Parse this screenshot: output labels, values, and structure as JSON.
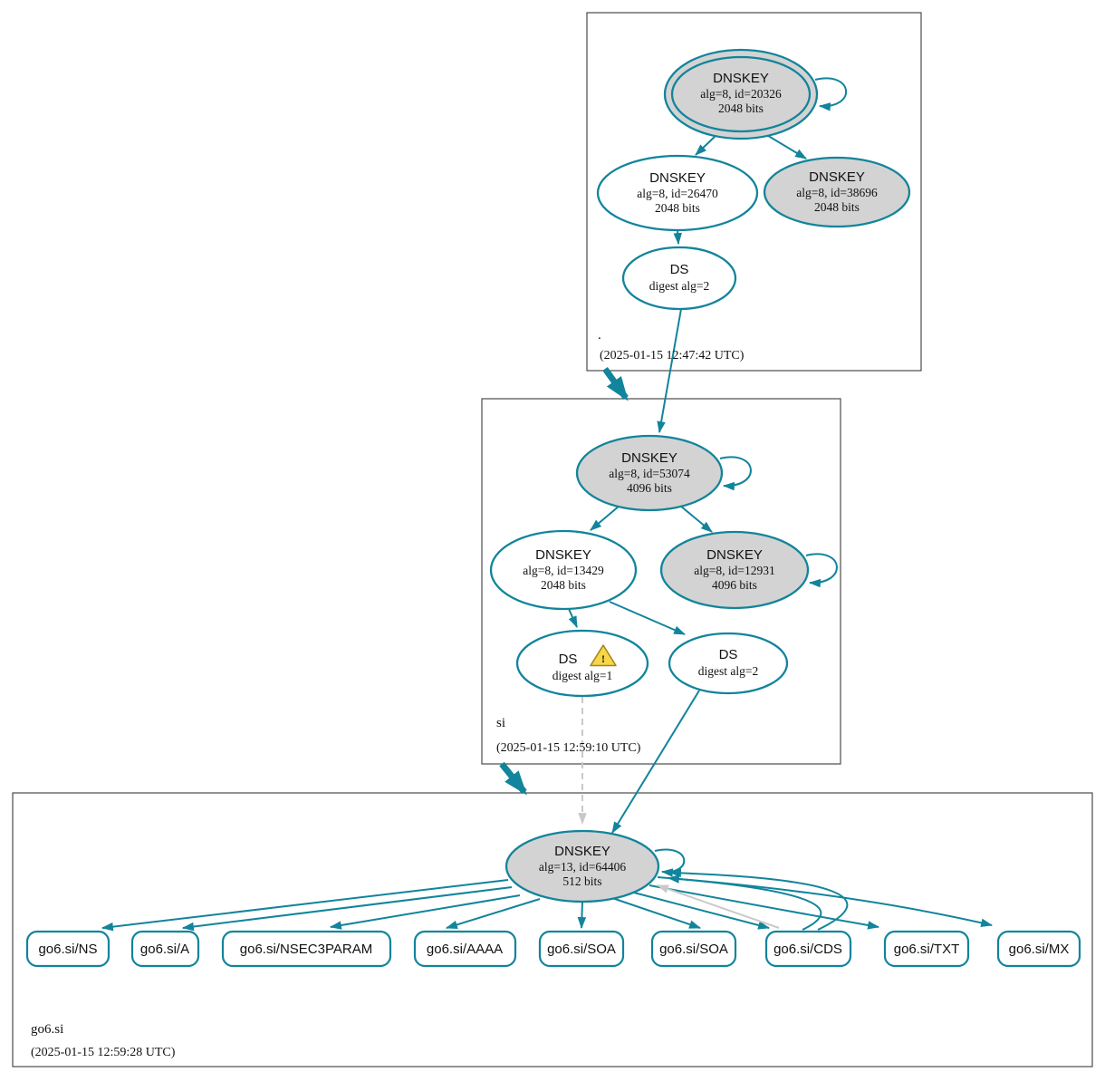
{
  "colors": {
    "secure": "#12849b",
    "insecure_edge": "#c9c9c9",
    "ksk_fill": "#d3d3d3",
    "warning_fill": "#f7d64a"
  },
  "root_zone": {
    "label": ".",
    "timestamp": "(2025-01-15 12:47:42 UTC)",
    "ksk": {
      "title": "DNSKEY",
      "attrs": "alg=8, id=20326",
      "size": "2048 bits"
    },
    "zsk": {
      "title": "DNSKEY",
      "attrs": "alg=8, id=26470",
      "size": "2048 bits"
    },
    "standby": {
      "title": "DNSKEY",
      "attrs": "alg=8, id=38696",
      "size": "2048 bits"
    },
    "ds": {
      "title": "DS",
      "attrs": "digest alg=2"
    }
  },
  "si_zone": {
    "label": "si",
    "timestamp": "(2025-01-15 12:59:10 UTC)",
    "ksk": {
      "title": "DNSKEY",
      "attrs": "alg=8, id=53074",
      "size": "4096 bits"
    },
    "zsk": {
      "title": "DNSKEY",
      "attrs": "alg=8, id=13429",
      "size": "2048 bits"
    },
    "standby": {
      "title": "DNSKEY",
      "attrs": "alg=8, id=12931",
      "size": "4096 bits"
    },
    "ds1": {
      "title": "DS",
      "attrs": "digest alg=1",
      "warning_mark": "!"
    },
    "ds2": {
      "title": "DS",
      "attrs": "digest alg=2"
    }
  },
  "go6si_zone": {
    "label": "go6.si",
    "timestamp": "(2025-01-15 12:59:28 UTC)",
    "dnskey": {
      "title": "DNSKEY",
      "attrs": "alg=13, id=64406",
      "size": "512 bits"
    },
    "rrsets": [
      {
        "label": "go6.si/NS"
      },
      {
        "label": "go6.si/A"
      },
      {
        "label": "go6.si/NSEC3PARAM"
      },
      {
        "label": "go6.si/AAAA"
      },
      {
        "label": "go6.si/SOA"
      },
      {
        "label": "go6.si/SOA"
      },
      {
        "label": "go6.si/CDS"
      },
      {
        "label": "go6.si/TXT"
      },
      {
        "label": "go6.si/MX"
      }
    ]
  }
}
